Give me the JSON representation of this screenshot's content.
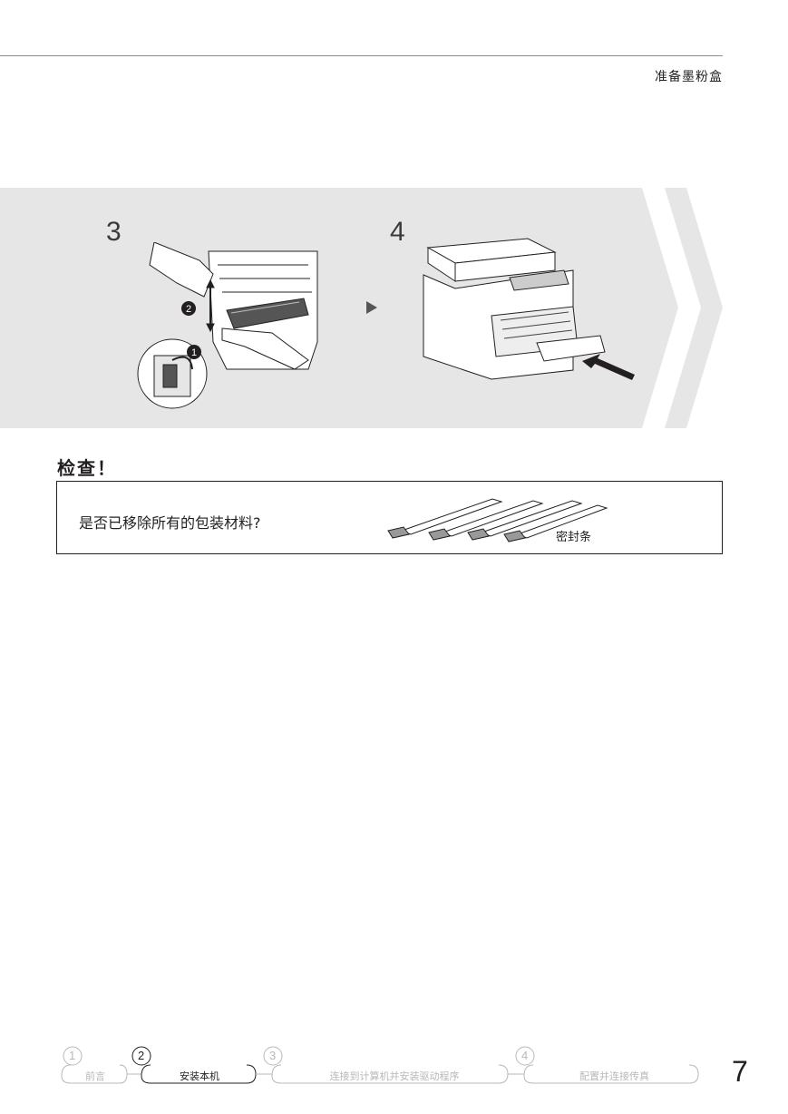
{
  "header": {
    "section_title": "准备墨粉盒"
  },
  "steps": [
    {
      "number": "3",
      "illustration": "toner-cartridge-removal-illustration",
      "markers": [
        "1",
        "2"
      ]
    },
    {
      "number": "4",
      "illustration": "printer-drawer-insert-illustration"
    }
  ],
  "check": {
    "heading": "检查！",
    "question": "是否已移除所有的包装材料?",
    "strip_label": "密封条"
  },
  "footer_nav": {
    "steps": [
      {
        "number": "1",
        "label": "前言",
        "active": false
      },
      {
        "number": "2",
        "label": "安装本机",
        "active": true
      },
      {
        "number": "3",
        "label": "连接到计算机并安装驱动程序",
        "active": false
      },
      {
        "number": "4",
        "label": "配置并连接传真",
        "active": false
      }
    ]
  },
  "page_number": "7",
  "colors": {
    "band": "#e6e6e6",
    "chevron": "#ffffff",
    "text": "#231f20",
    "inactive": "#b8b8b8"
  },
  "icons": [
    "arrow-right-icon",
    "chevron-icon",
    "insert-arrow-icon"
  ]
}
